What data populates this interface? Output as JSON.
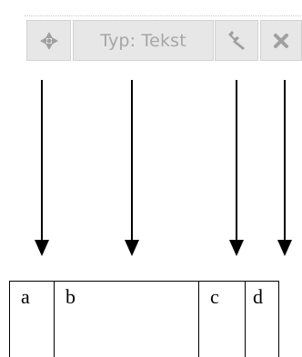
{
  "toolbar": {
    "type_label": "Typ: Tekst",
    "buttons": [
      {
        "id": "move",
        "icon": "move-icon"
      },
      {
        "id": "type",
        "icon": null
      },
      {
        "id": "settings",
        "icon": "wrench-icon"
      },
      {
        "id": "delete",
        "icon": "close-icon"
      }
    ],
    "button_background": "#e7e7e7",
    "icon_color": "#a0a0a0"
  },
  "cells": {
    "a": "a",
    "b": "b",
    "c": "c",
    "d": "d"
  }
}
